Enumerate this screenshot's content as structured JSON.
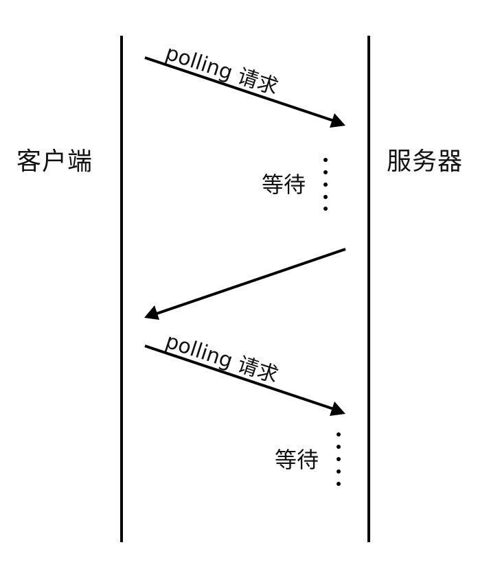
{
  "diagram": {
    "title": "",
    "participants": {
      "client": "客户端",
      "server": "服务器"
    },
    "messages": [
      {
        "from": "client",
        "to": "server",
        "label": "polling 请求"
      },
      {
        "from": "server",
        "to": "client",
        "label": ""
      },
      {
        "from": "client",
        "to": "server",
        "label": "polling 请求"
      }
    ],
    "waits": [
      {
        "label": "等待"
      },
      {
        "label": "等待"
      }
    ],
    "colors": {
      "line": "#000000",
      "background": "#ffffff"
    }
  }
}
